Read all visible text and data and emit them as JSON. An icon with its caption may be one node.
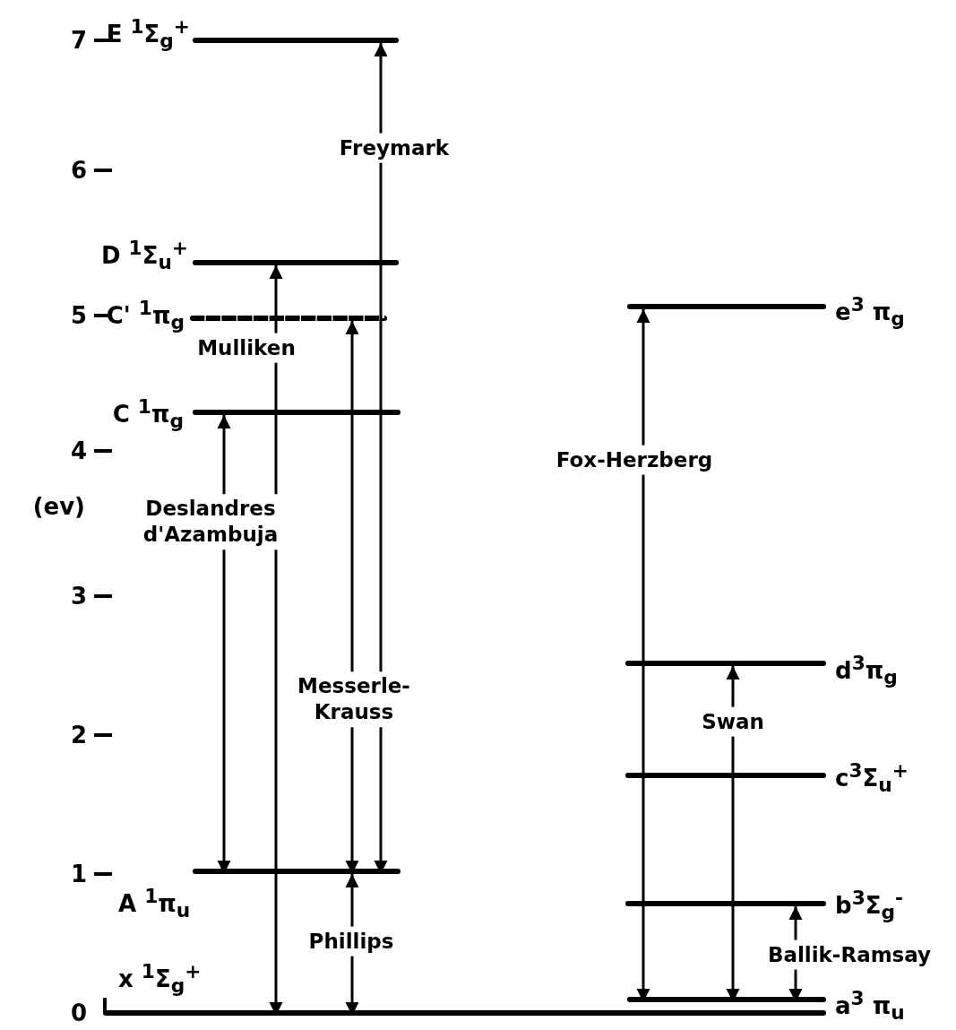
{
  "diagram": {
    "nodes": [
      {
        "text": [
          "E $^{1}$Σ$_{g}$$^{+}$"
        ]
      },
      {
        "text": [
          "D $^{1}$Σ$_{u}$$^{+}$"
        ]
      },
      {
        "text": [
          "C' $^{1}$π$_{g}$"
        ]
      },
      {
        "text": [
          "e$^{3}$ π$_{g}$"
        ]
      },
      {
        "text": [
          "C $^{1}$π$_{g}$"
        ]
      },
      {
        "text": [
          "d$^{3}$π$_{g}$"
        ]
      },
      {
        "text": [
          "c$^{3}$Σ$_{u}$$^{+}$"
        ]
      },
      {
        "text": [
          "A $^{1}$π$_{u}$"
        ]
      },
      {
        "text": [
          "b$^{3}$Σ$_{g}$$^{-}$"
        ]
      },
      {
        "text": [
          "a$^{3}$ π$_{u}$"
        ]
      },
      {
        "text": [
          "x $^{1}$Σ$_{g}$$^{+}$"
        ]
      }
    ],
    "edges": [
      {
        "from": 7,
        "to": 0,
        "arrow": "both",
        "label": "Freymark"
      },
      {
        "from": 10,
        "to": 1,
        "arrow": "both",
        "label": "Mulliken"
      },
      {
        "from": 7,
        "to": 4,
        "arrow": "both",
        "label": "Deslandres d'Azambuja"
      },
      {
        "from": 7,
        "to": 2,
        "arrow": "both",
        "label": "Messerle-Krauss"
      },
      {
        "from": 10,
        "to": 7,
        "arrow": "both",
        "label": "Phillips"
      },
      {
        "from": 9,
        "to": 3,
        "arrow": "both",
        "label": "Fox-Herzberg"
      },
      {
        "from": 9,
        "to": 5,
        "arrow": "both",
        "label": "Swan"
      },
      {
        "from": 9,
        "to": 8,
        "arrow": "both",
        "label": "Ballik-Ramsay"
      }
    ],
    "labels": [
      "7",
      "6",
      "5",
      "4",
      "(ev)",
      "3",
      "2",
      "1",
      "0"
    ]
  }
}
